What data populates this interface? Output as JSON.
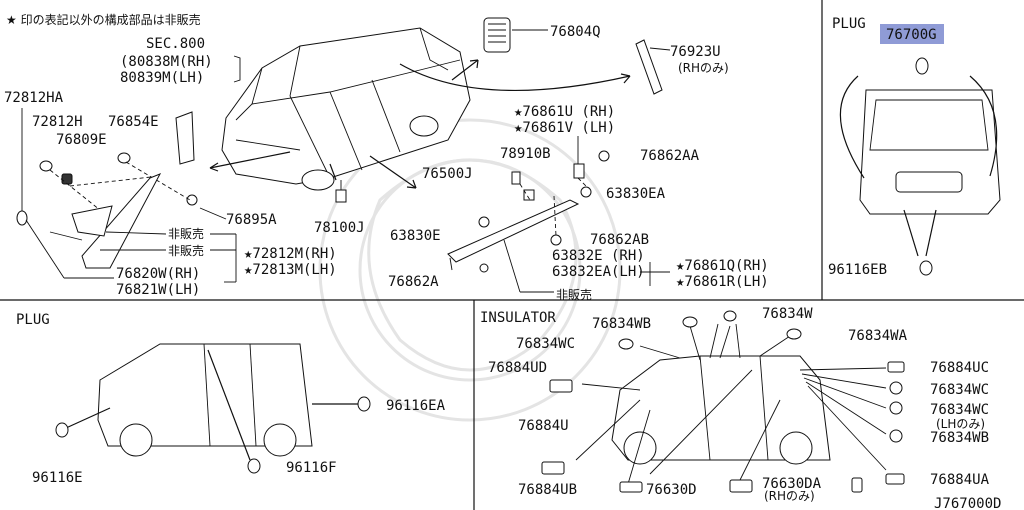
{
  "doc_id": "J767000D",
  "legend_note": "★ 印の表記以外の構成部品は非販売",
  "top_left": {
    "sec_title": "SEC.800",
    "sec_line2": "(80838M(RH)",
    "sec_line3": " 80839M(LH)",
    "parts": [
      "72812HA",
      "72812H",
      "76809E",
      "76854E",
      "76895A",
      "78100J",
      "76804Q",
      "76923U",
      "(RHのみ)",
      "76861U (RH)",
      "76861V (LH)",
      "78910B",
      "76500J",
      "76862AA",
      "63830EA",
      "63830E",
      "76862AB",
      "63832E (RH)",
      "63832EA(LH)",
      "76862A",
      "76861Q(RH)",
      "76861R(LH)",
      "76820W(RH)",
      "76821W(LH)",
      "72812M(RH)",
      "72813M(LH)"
    ],
    "star_parts": [
      "★76861U (RH)",
      "★76861V (LH)",
      "★72812M(RH)",
      "★72813M(LH)",
      "★76861Q(RH)",
      "★76861R(LH)"
    ],
    "non_sale": [
      "非販売",
      "非販売",
      "非販売"
    ]
  },
  "top_right": {
    "title": "PLUG",
    "highlight_part": "76700G",
    "part": "96116EB"
  },
  "bottom_left": {
    "title": "PLUG",
    "parts": [
      "96116EA",
      "96116E",
      "96116F"
    ]
  },
  "bottom_right": {
    "title": "INSULATOR",
    "parts": [
      "76834WB",
      "76834W",
      "76834WA",
      "76834WC",
      "76884UC",
      "76884UD",
      "76834WC",
      "76834WC",
      "(LHのみ)",
      "76834WB",
      "76884U",
      "76884UB",
      "76630D",
      "76630DA",
      "(RHのみ)",
      "76884UA"
    ]
  },
  "colors": {
    "highlight": "#8f9bd6",
    "ink": "#111111"
  }
}
